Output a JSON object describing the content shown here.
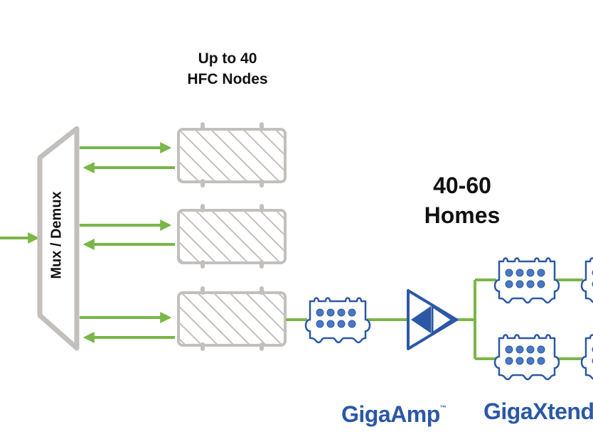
{
  "labels": {
    "nodes_line1": "Up to 40",
    "nodes_line2": "HFC Nodes",
    "homes_line1": "40-60",
    "homes_line2": "Homes",
    "mux": "Mux / Demux",
    "gigaamp": "GigaAmp",
    "gigaamp_tm": "™",
    "gigaxtend": "GigaXtend"
  },
  "colors": {
    "link": "#7ab648",
    "node": "#c3bfbc",
    "device": "#2b58a6",
    "device_dot": "#4a78c2",
    "text": "#111111"
  },
  "icons": {
    "hfc_node": "hatched-node-enclosure-icon",
    "gigaxtend": "gigaxtend-device-icon",
    "gigaamp": "amplifier-triangle-icon"
  }
}
